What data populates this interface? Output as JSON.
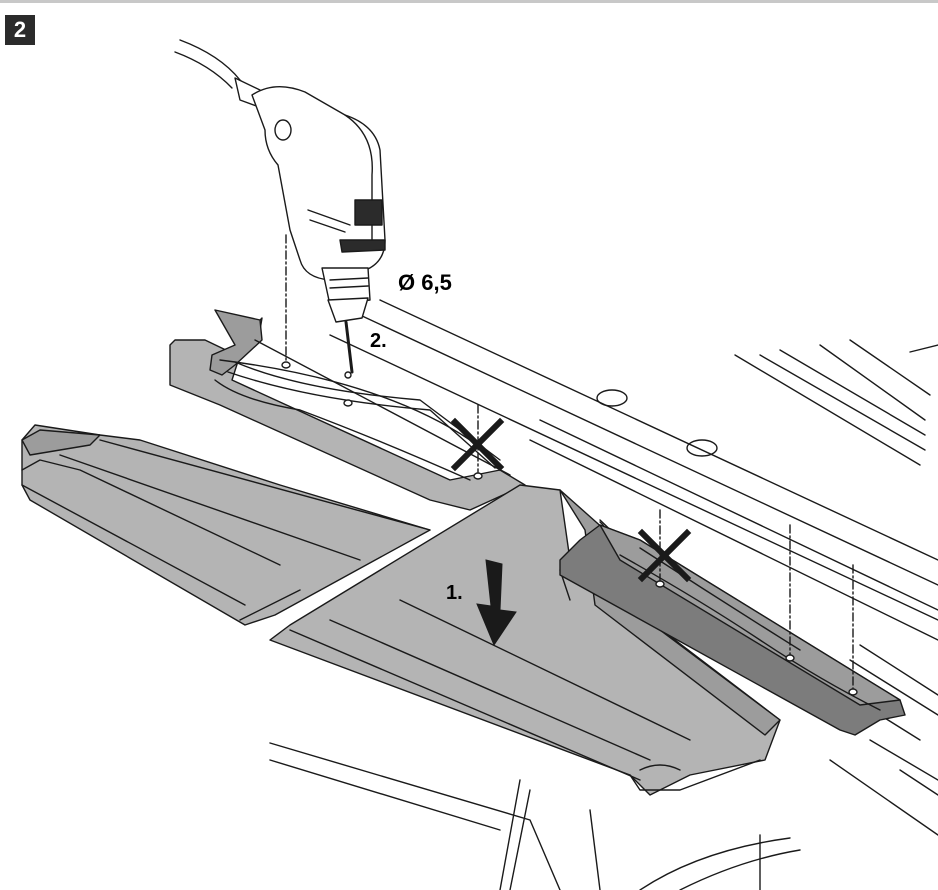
{
  "step_number": "2",
  "labels": {
    "drill_diameter": "Ø 6,5",
    "step_1": "1.",
    "step_2": "2."
  },
  "colors": {
    "rail_fill": "#b4b4b4",
    "rail_dark": "#7c7c7c",
    "line": "#1a1a1a",
    "badge": "#2b2b2b",
    "drill_body": "#ffffff"
  },
  "icons": [
    "drill-icon",
    "down-arrow-icon",
    "cross-icon"
  ]
}
